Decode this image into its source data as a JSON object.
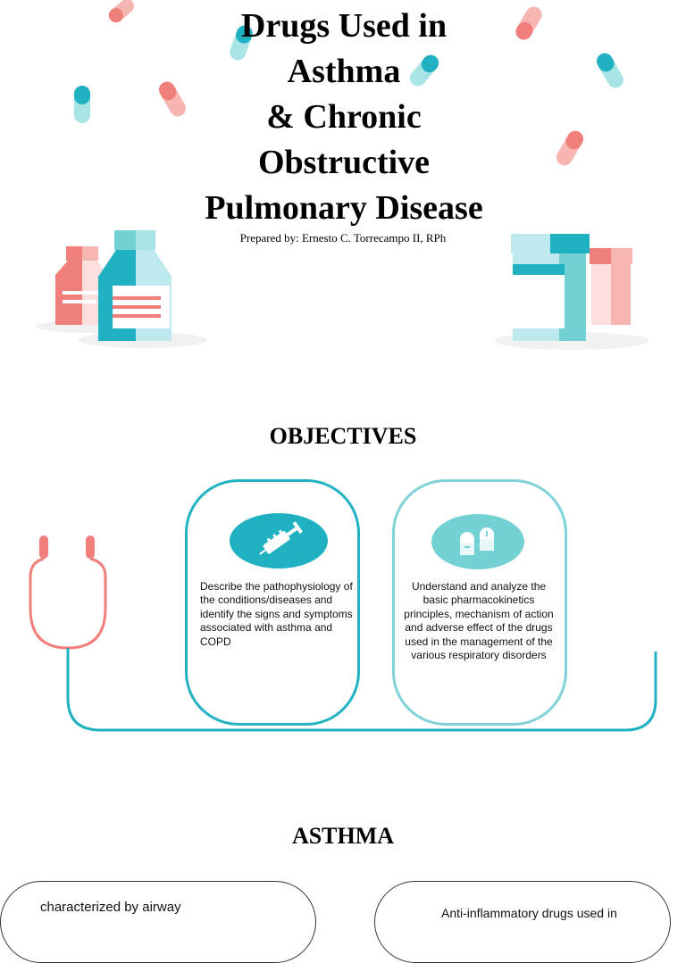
{
  "title": {
    "lines": [
      "Drugs Used in",
      "Asthma",
      "& Chronic",
      "Obstructive",
      "Pulmonary Disease"
    ],
    "byline": "Prepared by: Ernesto C. Torrecampo II, RPh"
  },
  "objectives": {
    "heading": "OBJECTIVES",
    "items": [
      {
        "icon": "syringe-icon",
        "text": "Describe the pathophysiology of the conditions/diseases and identify the signs and symptoms associated with asthma and COPD"
      },
      {
        "icon": "capsules-icon",
        "text": "Understand and analyze the basic pharmacokinetics principles, mechanism of action and adverse effect of the drugs used in the management of the various respiratory disorders"
      }
    ]
  },
  "asthma": {
    "heading": "ASTHMA",
    "cards": [
      {
        "text": "characterized by airway"
      },
      {
        "text": "Anti-inflammatory drugs used in"
      }
    ]
  },
  "colors": {
    "teal": "#1fb1c2",
    "light_teal": "#73d1d3",
    "coral": "#f07f7c",
    "light_coral": "#f7b5b2"
  }
}
